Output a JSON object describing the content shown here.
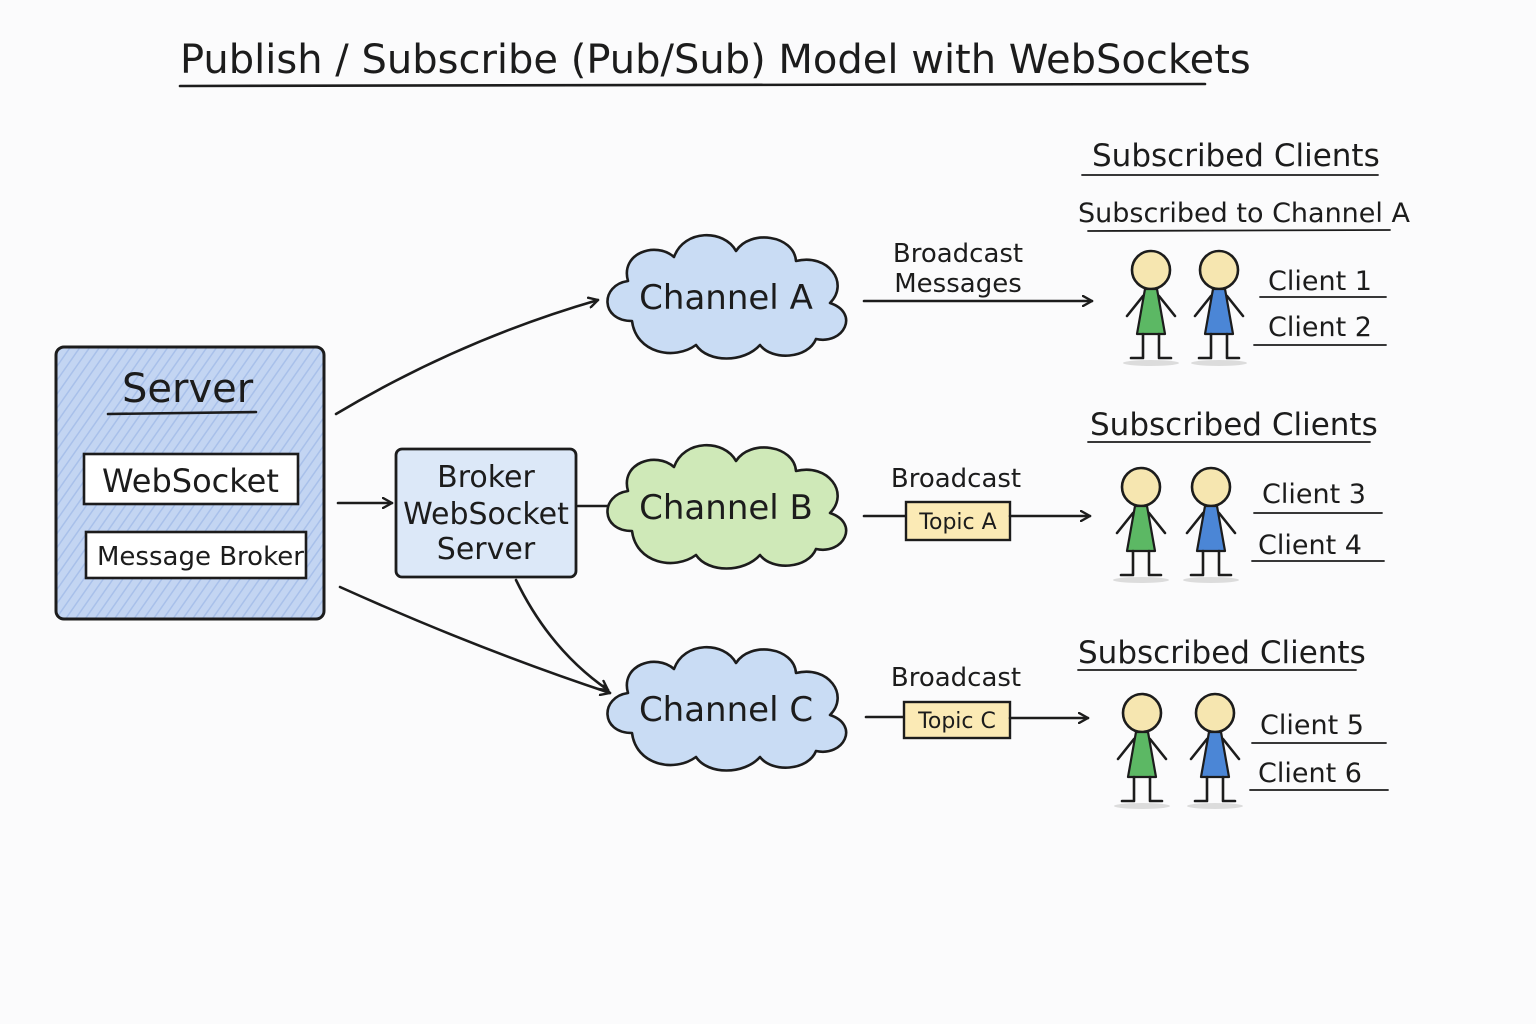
{
  "title": "Publish / Subscribe (Pub/Sub) Model with WebSockets",
  "server": {
    "label": "Server",
    "items": [
      "WebSocket",
      "Message Broker"
    ]
  },
  "broker": {
    "lines": [
      "Broker",
      "WebSocket",
      "Server"
    ]
  },
  "channels": [
    {
      "label": "Channel A",
      "color": "#c9dcf4",
      "broadcast_lines": [
        "Broadcast",
        "Messages"
      ],
      "topic": "",
      "section_heading": "Subscribed Clients",
      "section_subheading": "Subscribed to Channel A",
      "clients": [
        "Client 1",
        "Client 2"
      ]
    },
    {
      "label": "Channel B",
      "color": "#cfe9b8",
      "broadcast_lines": [
        "Broadcast"
      ],
      "topic": "Topic A",
      "section_heading": "Subscribed Clients",
      "section_subheading": "",
      "clients": [
        "Client 3",
        "Client 4"
      ]
    },
    {
      "label": "Channel C",
      "color": "#c9dcf4",
      "broadcast_lines": [
        "Broadcast"
      ],
      "topic": "Topic C",
      "section_heading": "Subscribed Clients",
      "section_subheading": "",
      "clients": [
        "Client 5",
        "Client 6"
      ]
    }
  ],
  "colors": {
    "server_fill": "#b7ccef",
    "broker_fill": "#dce8f8",
    "topic_fill": "#fbeab5",
    "person_head": "#f6e6b0",
    "person_green": "#5cb864",
    "person_blue": "#4b86d6"
  },
  "icons": {
    "client": "stick-figure-icon",
    "channel": "cloud-icon"
  }
}
